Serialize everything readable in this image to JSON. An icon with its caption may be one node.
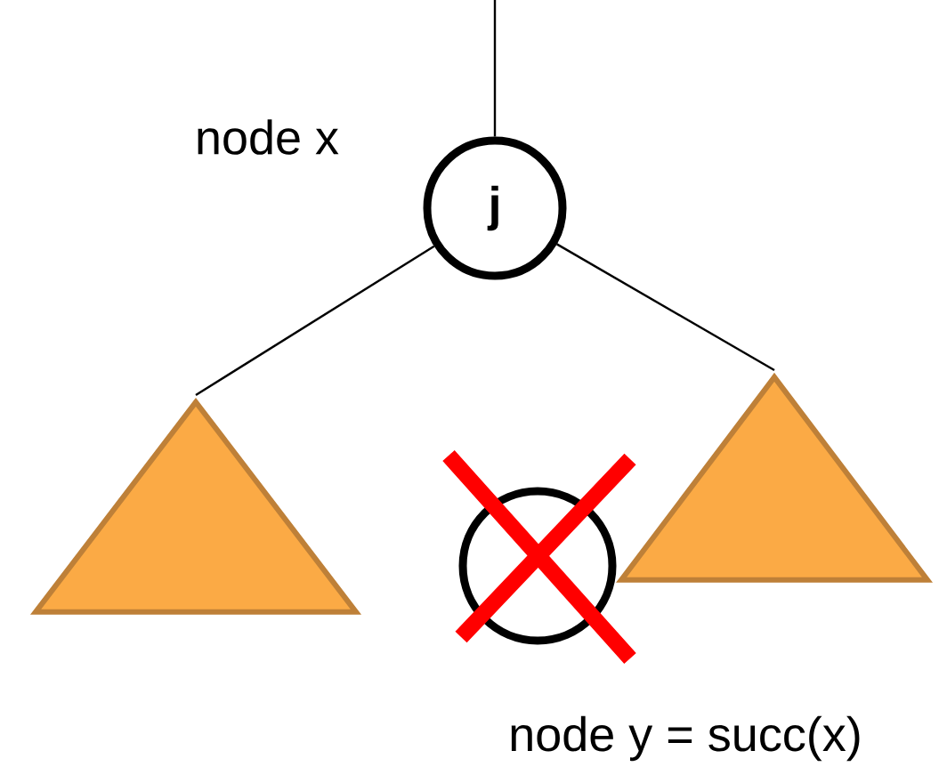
{
  "diagram": {
    "nodes": [
      {
        "text": [
          "j"
        ],
        "beside": [
          "node x"
        ]
      },
      {
        "text": [],
        "shape": "triangle"
      },
      {
        "text": [],
        "shape": "triangle"
      },
      {
        "text": [],
        "shape": "circle",
        "beside": [
          "node y = succ(x)"
        ]
      }
    ],
    "edges": [
      {
        "from": null,
        "to": 0,
        "arrow": "none"
      },
      {
        "from": 0,
        "to": 1,
        "arrow": "none"
      },
      {
        "from": 0,
        "to": 2,
        "arrow": "none"
      }
    ]
  }
}
